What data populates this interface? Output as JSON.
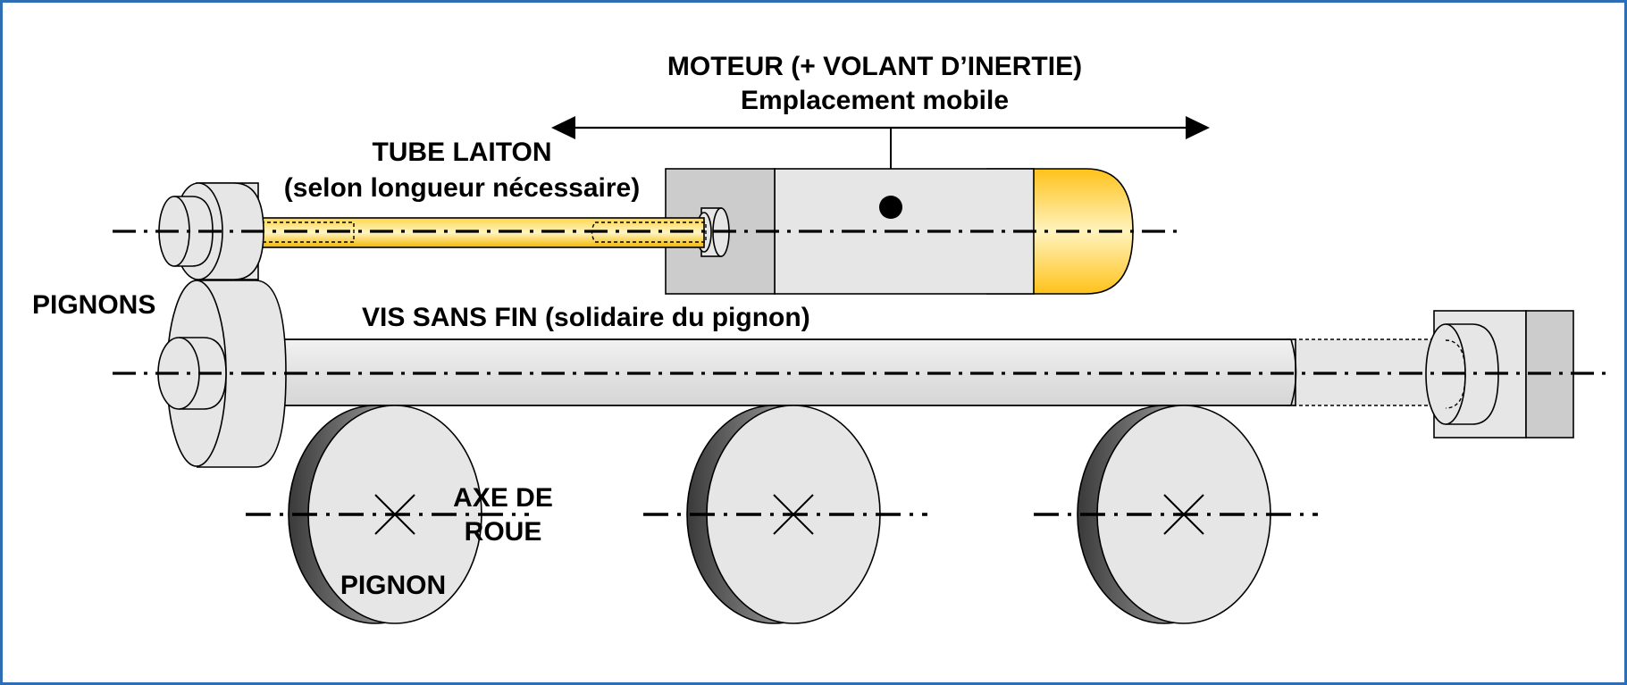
{
  "labels": {
    "motor_title": "MOTEUR (+ VOLANT D’INERTIE)",
    "motor_subtitle": "Emplacement mobile",
    "tube_title": "TUBE LAITON",
    "tube_subtitle": "(selon longueur nécessaire)",
    "pignons": "PIGNONS",
    "vis_sans_fin": "VIS SANS FIN (solidaire du pignon)",
    "axe_de_roue_line1": "AXE DE",
    "axe_de_roue_line2": "ROUE",
    "pignon": "PIGNON"
  },
  "colors": {
    "frame_border": "#2F6DB5",
    "part_fill": "#E6E6E6",
    "part_dark": "#CCCCCC",
    "brass": "#FFC92E",
    "brass_light": "#FFF1B0"
  }
}
